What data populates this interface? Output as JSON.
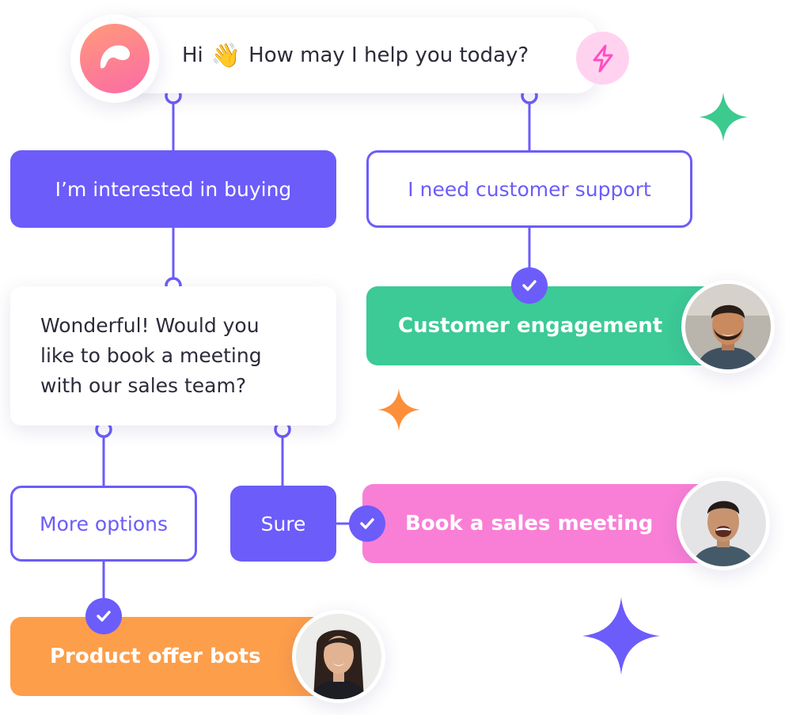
{
  "greeting": {
    "prefix": "Hi",
    "wave": "👋",
    "question": "How may I help you today?"
  },
  "options": {
    "buying": "I’m interested in buying",
    "support": "I need customer support",
    "more_options": "More options",
    "sure": "Sure"
  },
  "bot_message": {
    "line1": "Wonderful! Would you",
    "line2": "like to book a meeting",
    "line3": "with our sales team?"
  },
  "results": {
    "customer_engagement": "Customer engagement",
    "book_sales_meeting": "Book a sales meeting",
    "product_offer_bots": "Product offer bots"
  },
  "colors": {
    "purple": "#6c5cfa",
    "green": "#3cca96",
    "pink": "#f97fd6",
    "orange": "#fd9e4a",
    "sparkle_green": "#3cca8f",
    "sparkle_orange": "#fd8f3a",
    "sparkle_purple": "#6c5cfa"
  }
}
